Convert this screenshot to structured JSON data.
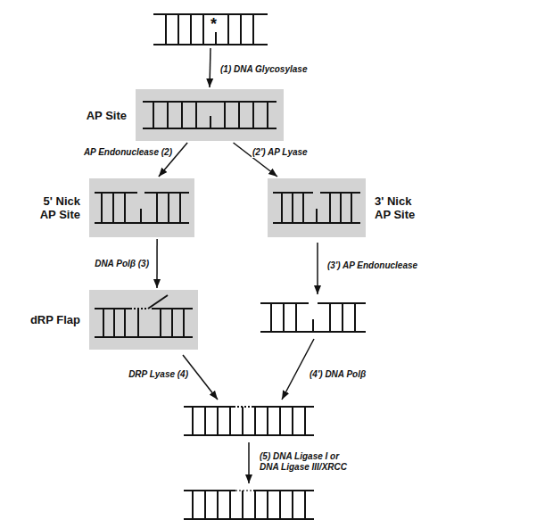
{
  "diagram": {
    "nodes": [
      {
        "text": [
          "*"
        ]
      },
      {
        "text": [
          "AP Site"
        ]
      },
      {
        "text": [
          "5' Nick AP Site"
        ]
      },
      {
        "text": [
          "3' Nick AP Site"
        ]
      },
      {
        "text": [
          "dRP Flap"
        ]
      }
    ],
    "edges": [
      {
        "from": 0,
        "to": 1,
        "label": "(1) DNA Glycosylase",
        "arrow": "to"
      },
      {
        "from": 1,
        "to": 2,
        "label": "AP Endonuclease (2)",
        "arrow": "to"
      },
      {
        "from": 1,
        "to": 3,
        "label": "(2') AP Lyase",
        "arrow": "to"
      },
      {
        "from": 2,
        "to": 4,
        "label": "DNA Polβ (3)",
        "arrow": "to"
      }
    ],
    "labels": [
      "(3') AP Endonuclease",
      "DRP Lyase (4)",
      "(4') DNA Polβ",
      "(5) DNA Ligase I or DNA Ligase III/XRCC"
    ]
  }
}
